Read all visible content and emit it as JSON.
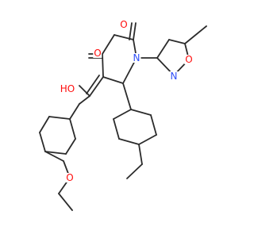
{
  "molecule": {
    "atom_labels": {
      "o_ketone": "O",
      "o_lactam": "O",
      "n_ring": "N",
      "o_hydroxyl": "HO",
      "n_isoxazole": "N",
      "o_isoxazole": "O",
      "o_ether": "O"
    },
    "colors": {
      "bond": "#2b2b2b",
      "oxygen": "#ff0d0d",
      "nitrogen": "#3050f8",
      "background": "#ffffff"
    }
  }
}
